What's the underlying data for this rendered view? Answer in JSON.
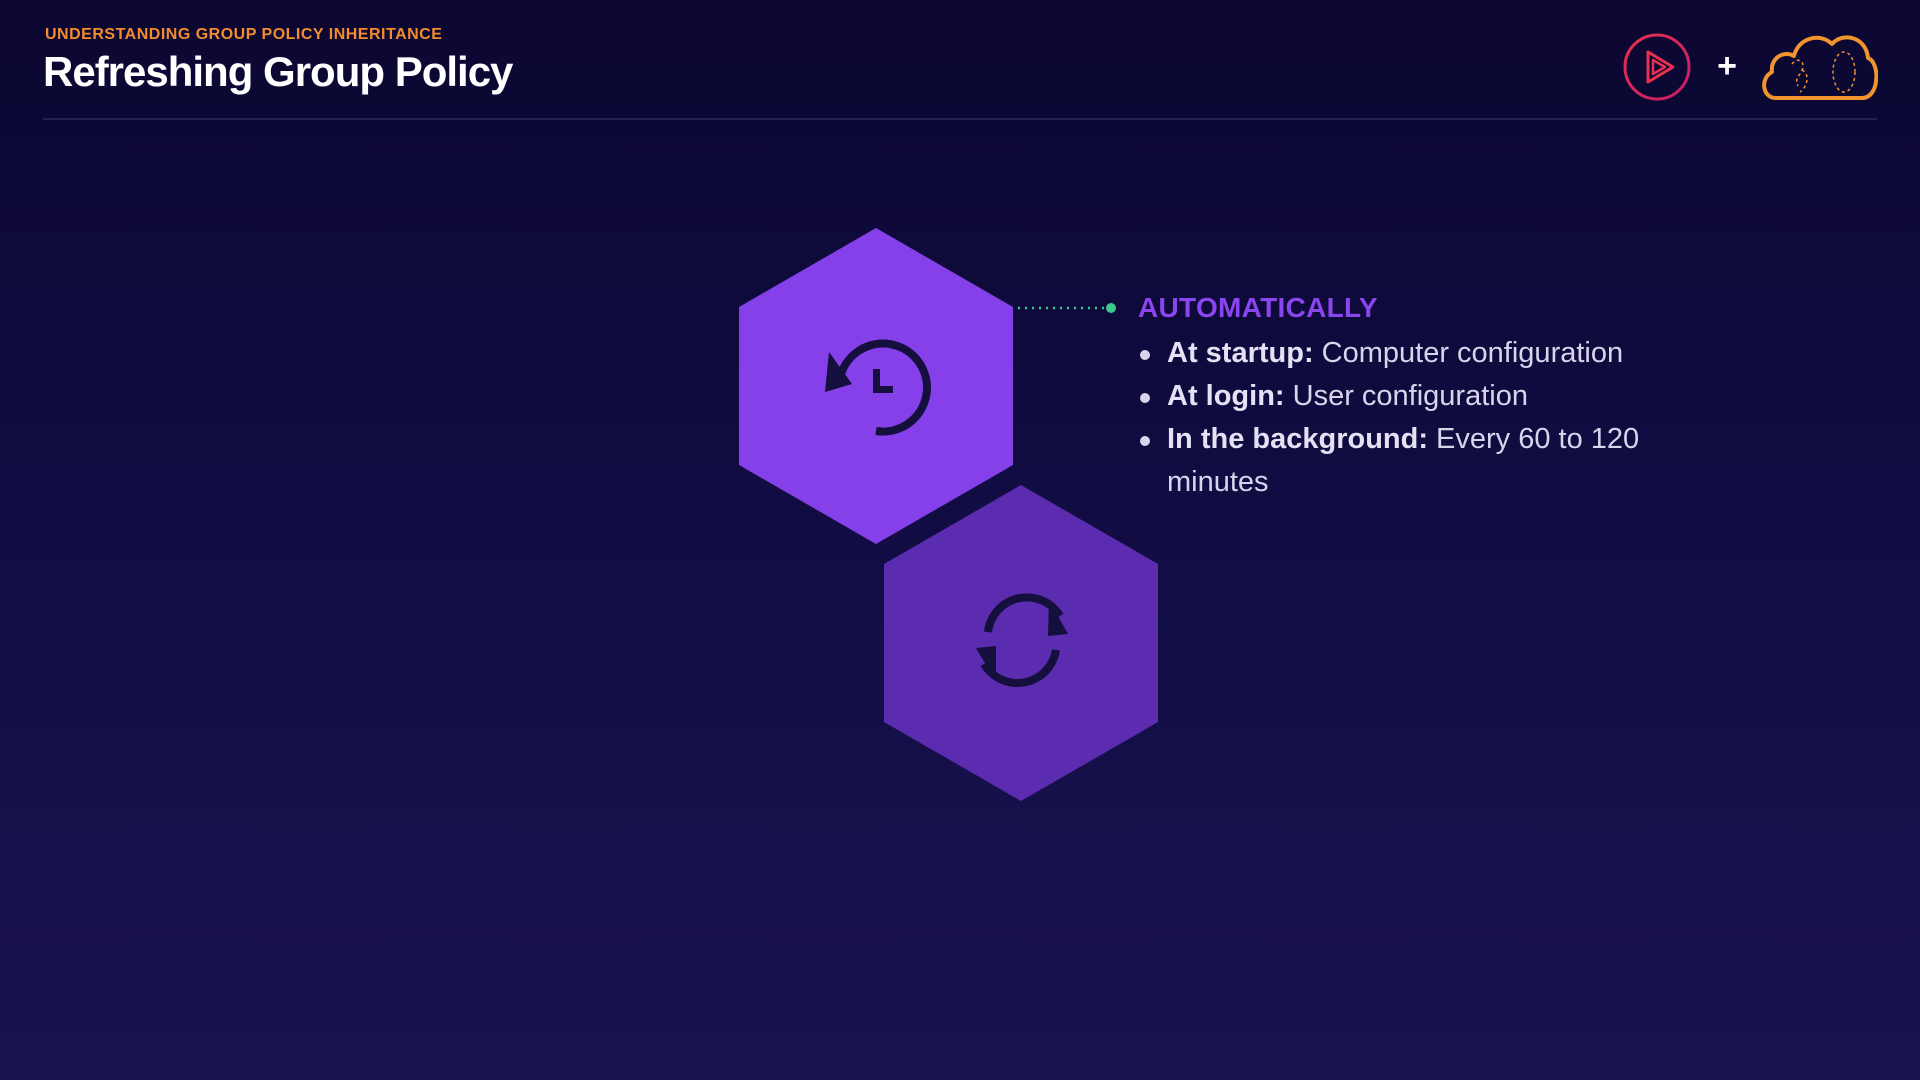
{
  "header": {
    "eyebrow": "UNDERSTANDING GROUP POLICY INHERITANCE",
    "title": "Refreshing Group Policy",
    "logos": {
      "left_icon": "play-icon",
      "separator": "+",
      "right_icon": "cloud-icon"
    }
  },
  "diagram": {
    "hexagons": [
      {
        "icon": "history-clock-icon",
        "color": "#8540ea"
      },
      {
        "icon": "refresh-icon",
        "color": "#5b2bb0"
      }
    ],
    "connector_color": "#3ec98e"
  },
  "callout": {
    "heading": "AUTOMATICALLY",
    "items": [
      {
        "label": "At startup:",
        "text": " Computer configuration"
      },
      {
        "label": "At login:",
        "text": " User configuration"
      },
      {
        "label": "In the background:",
        "text": " Every 60 to 120 minutes"
      }
    ]
  },
  "colors": {
    "accent_orange": "#f28c2e",
    "accent_purple": "#8a45ee",
    "logo_red": "#e8304f"
  }
}
